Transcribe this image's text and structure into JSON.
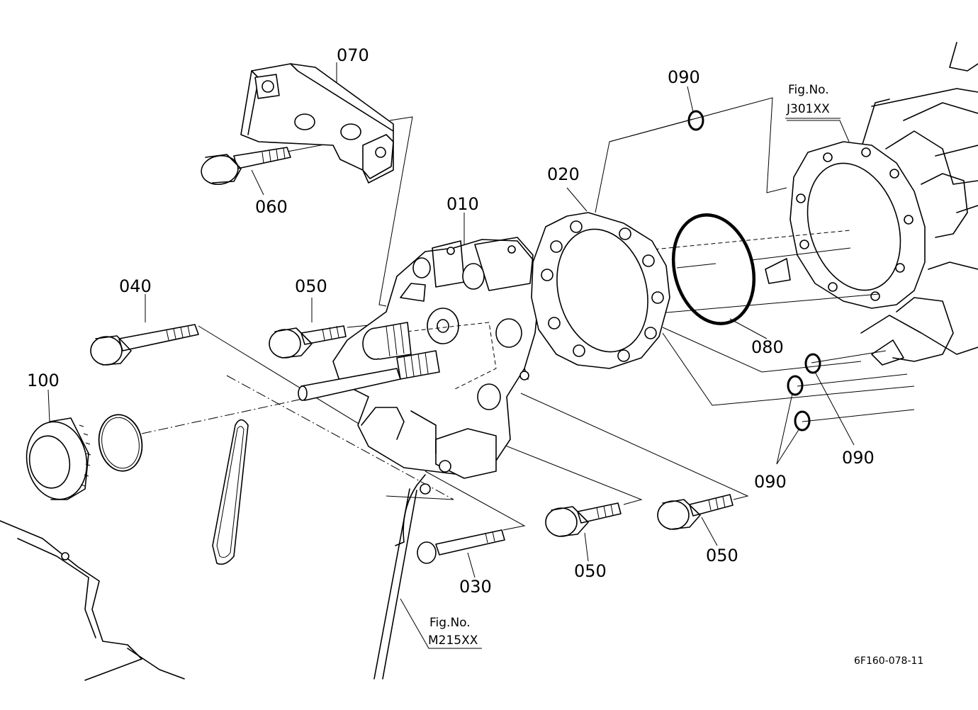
{
  "labels": {
    "p010": "010",
    "p020": "020",
    "p030": "030",
    "p040": "040",
    "p050a": "050",
    "p050b": "050",
    "p050c": "050",
    "p060": "060",
    "p070": "070",
    "p080": "080",
    "p090a": "090",
    "p090b": "090",
    "p090c": "090",
    "p100": "100"
  },
  "refs": {
    "fig1_title": "Fig.No.",
    "fig1_code": "J301XX",
    "fig2_title": "Fig.No.",
    "fig2_code": "M215XX"
  },
  "drawing_code": "6F160-078-11"
}
